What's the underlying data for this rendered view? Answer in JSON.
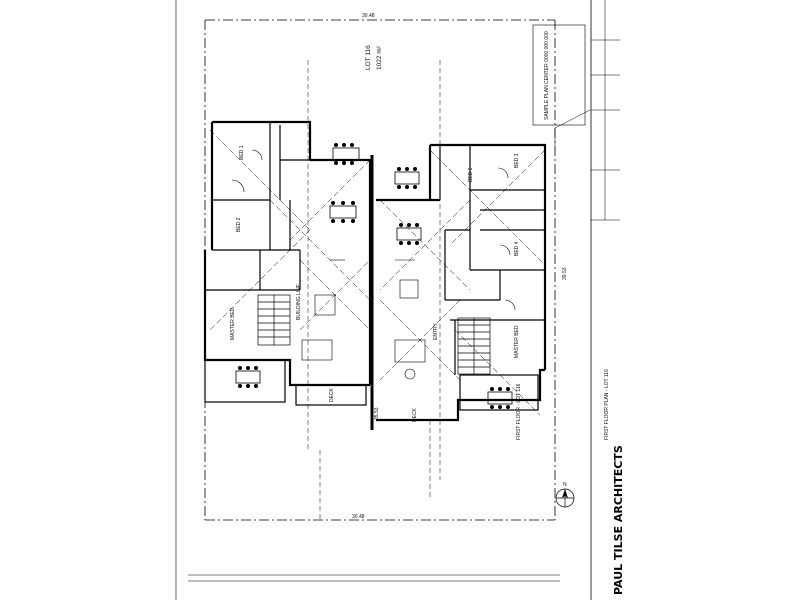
{
  "lot": {
    "number": "LOT 116",
    "area": "1022 m²"
  },
  "compass": {
    "north_label": "N"
  },
  "title_block": {
    "architect": "PAUL TILSE ARCHITECTS",
    "drawing_title": "FIRST FLOOR PLAN - LOT 116",
    "drawing_title_2": "FIRST FLOOR - LOT 116"
  },
  "rooms": {
    "bed_1": "BED 1",
    "bed_2": "BED 2",
    "bed_3": "BED 3",
    "bed_4": "BED 4",
    "bed_5": "BED 5",
    "master_bed_left": "MASTER BED",
    "master_bed_right": "MASTER BED",
    "entry": "ENTRY",
    "deck_left": "DECK",
    "deck_right": "DECK"
  },
  "dimensions": {
    "top_boundary": "30.48",
    "bottom_boundary": "30.48",
    "right_boundary": "39.53",
    "center_boundary": "35.53"
  },
  "notes": {
    "building_line": "BUILDING LINE",
    "note_top_right": "SAMPLE PLAN CENTER 0000 000 000"
  }
}
